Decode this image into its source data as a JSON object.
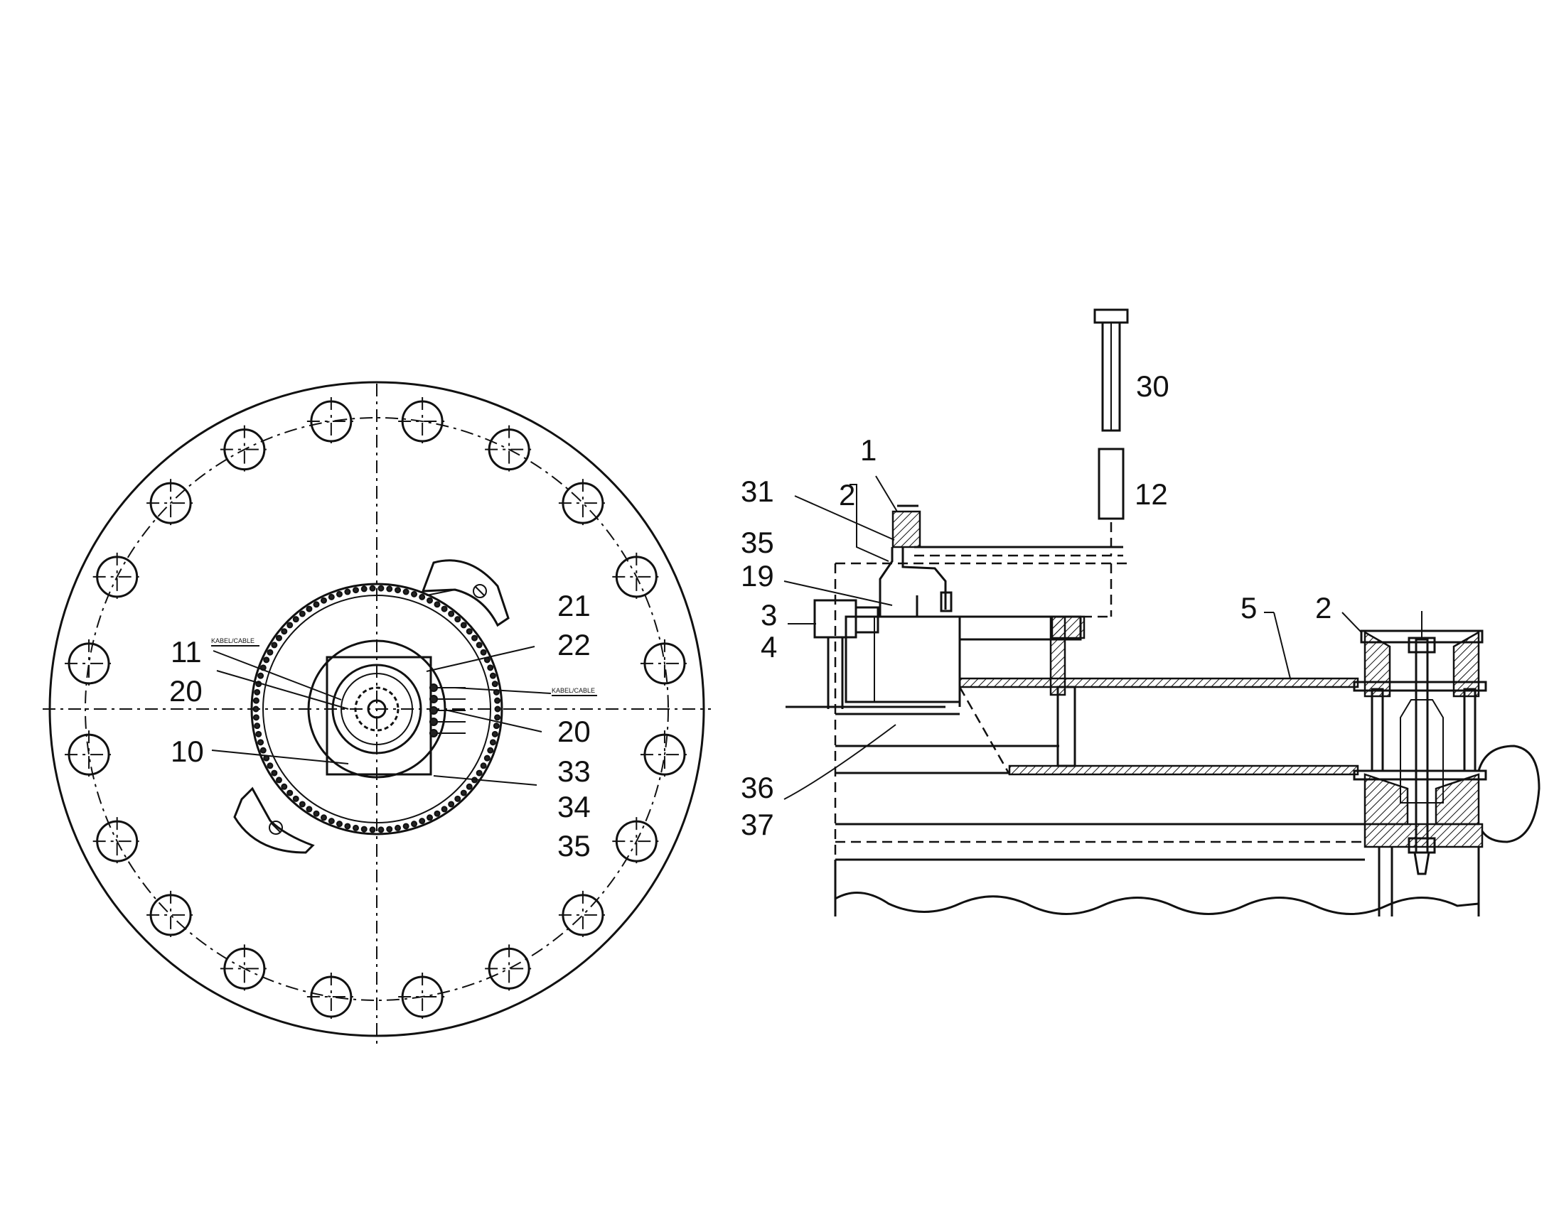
{
  "labels": {
    "n1": "1",
    "n2": "2",
    "n2b": "2",
    "n3": "3",
    "n4": "4",
    "n5": "5",
    "n10": "10",
    "n11": "11",
    "n12": "12",
    "n19": "19",
    "n20a": "20",
    "n20b": "20",
    "n21": "21",
    "n22": "22",
    "n30": "30",
    "n31": "31",
    "n33": "33",
    "n34": "34",
    "n35a": "35",
    "n35b": "35",
    "n36": "36",
    "n37": "37"
  },
  "cable_labels": {
    "left": "KABEL/CABLE",
    "right": "KABEL/CABLE"
  }
}
